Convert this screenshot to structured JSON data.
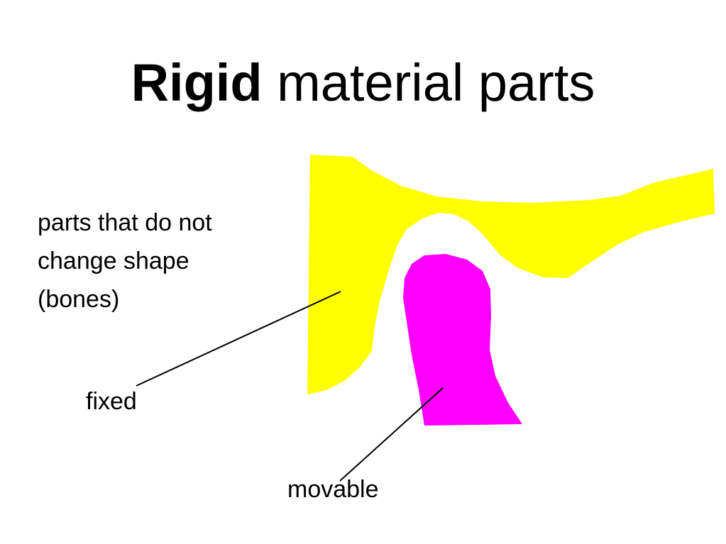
{
  "title": {
    "bold": "Rigid",
    "rest": " material parts"
  },
  "description": "parts that do not\nchange shape\n(bones)",
  "labels": {
    "fixed": "fixed",
    "movable": "movable"
  },
  "colors": {
    "fixed_part": "#ffff00",
    "movable_part": "#ff00ff",
    "leader_line": "#000000"
  }
}
